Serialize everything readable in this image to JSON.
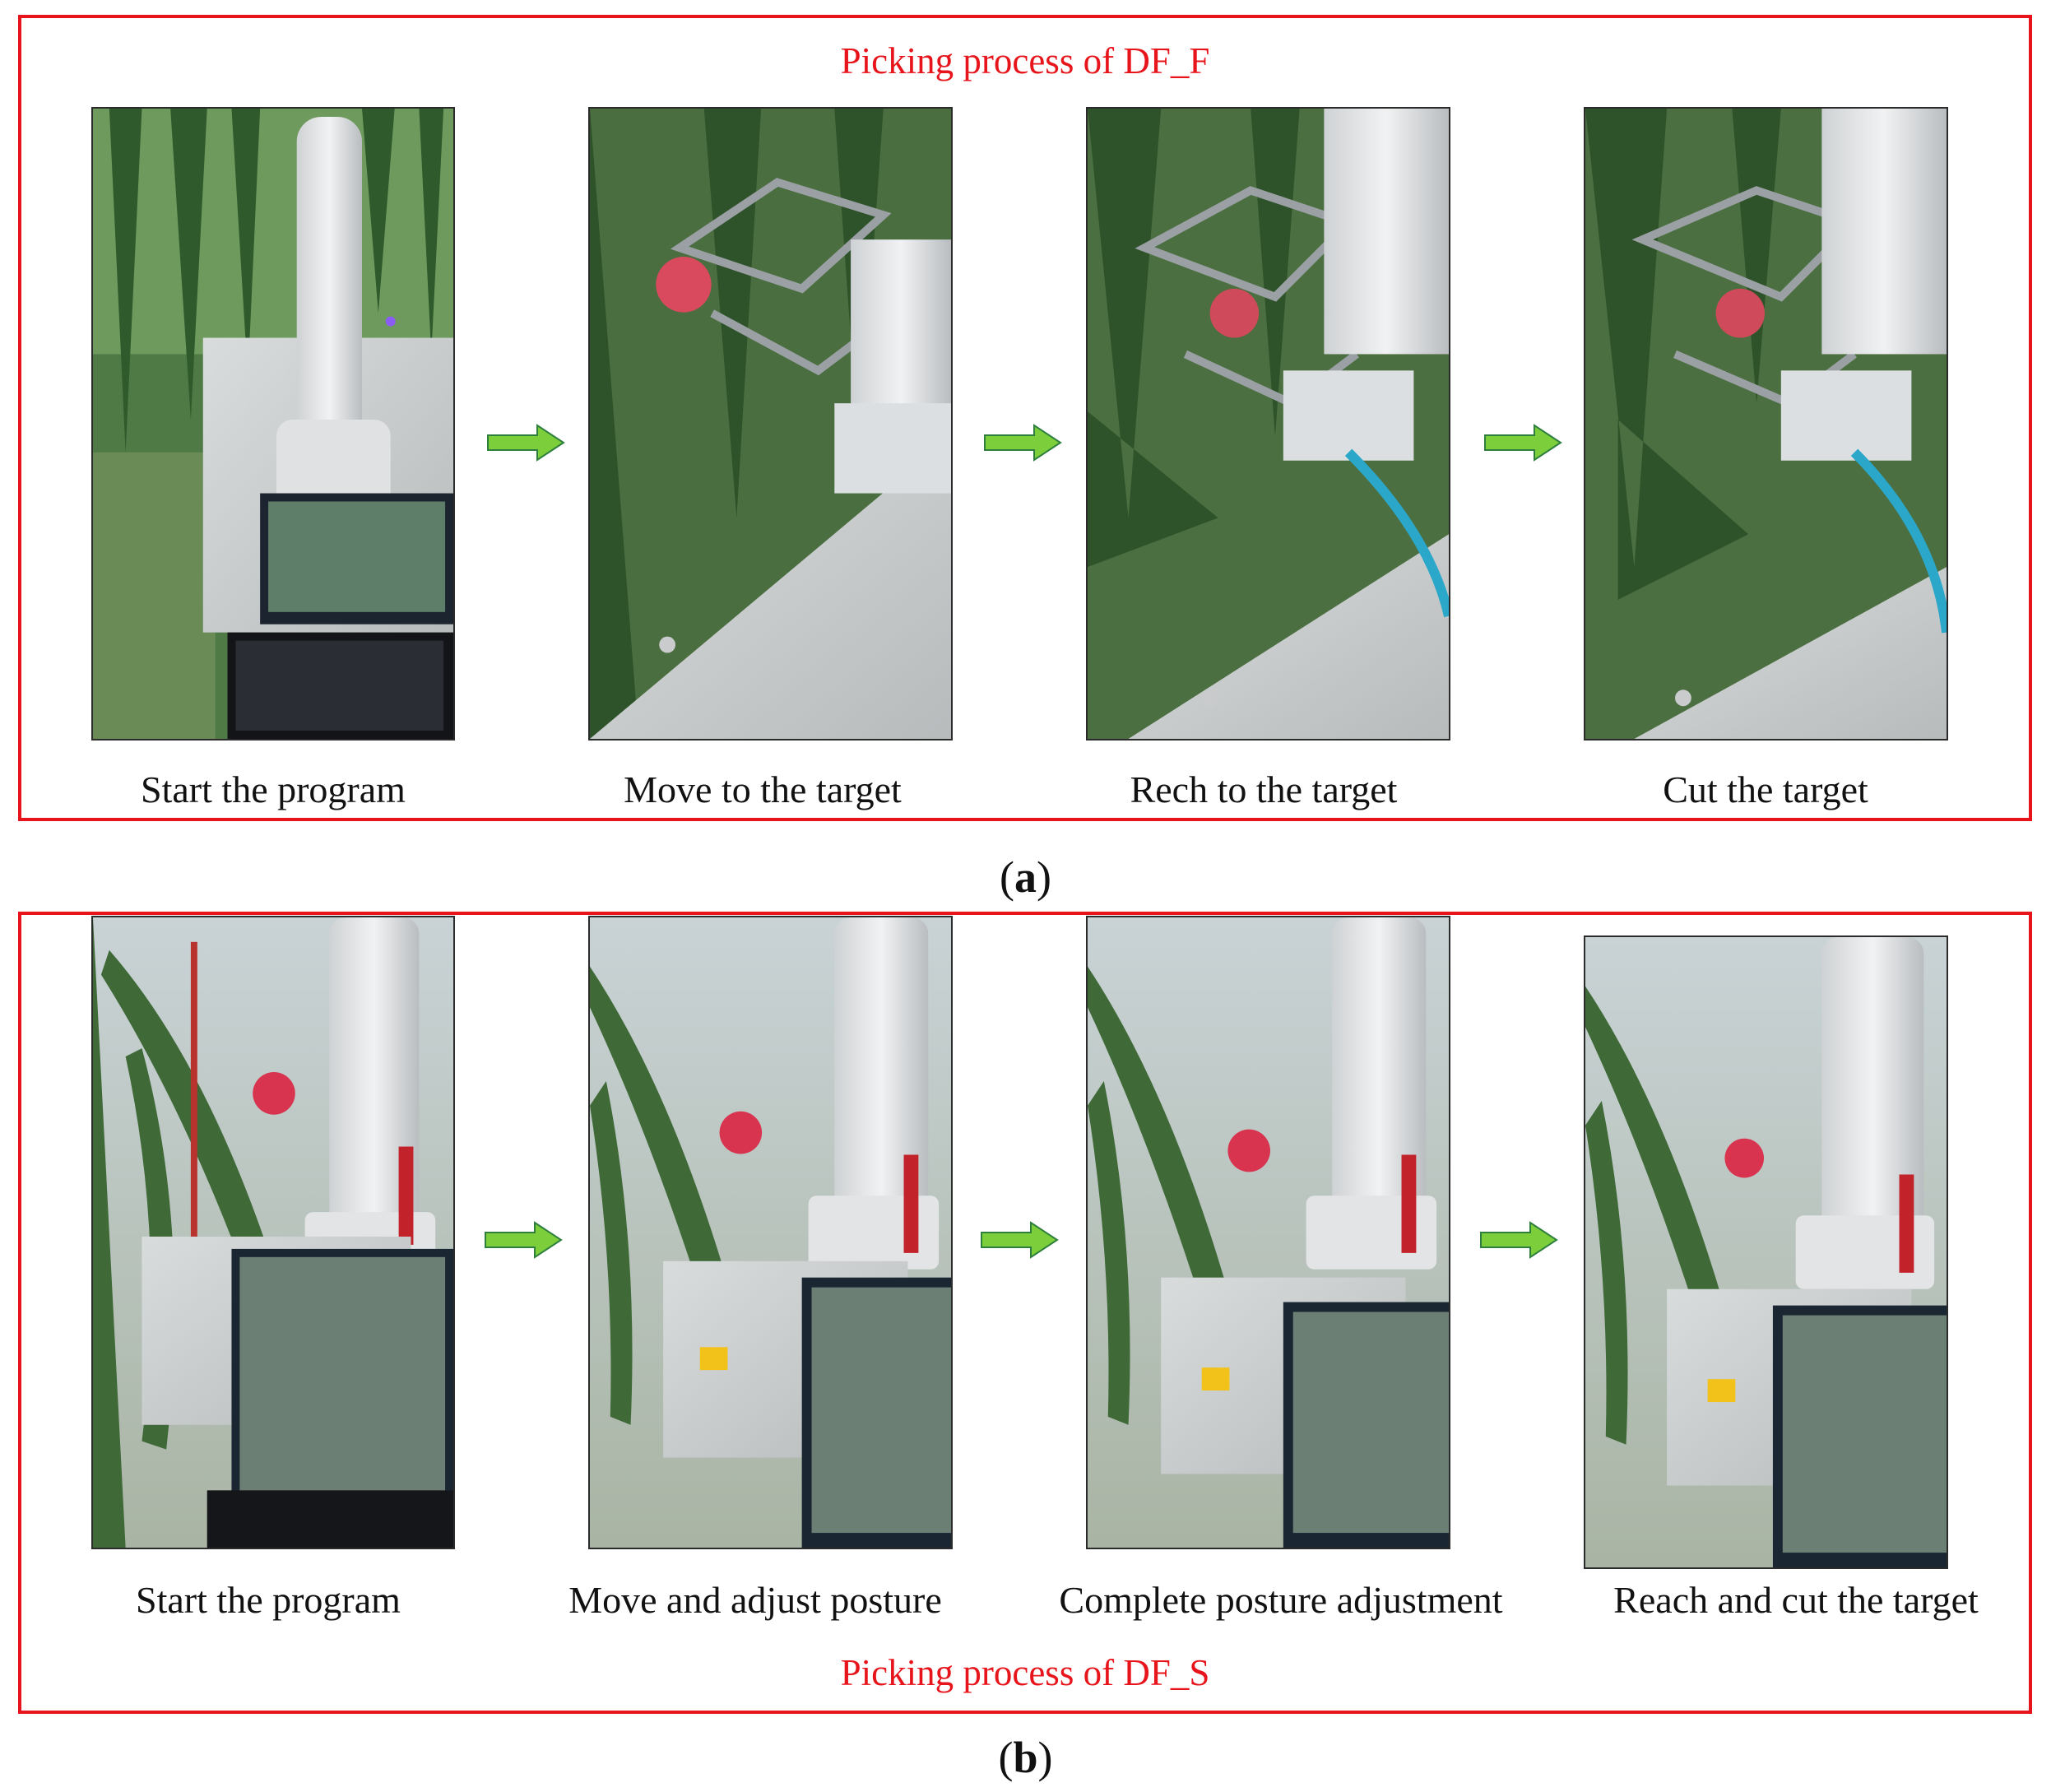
{
  "panel_a": {
    "title": "Picking process of  DF_F",
    "label_open": "(",
    "label_letter": "a",
    "label_close": ")",
    "steps": [
      {
        "caption": "Start the program"
      },
      {
        "caption": "Move to the target"
      },
      {
        "caption": "Rech to the target"
      },
      {
        "caption": "Cut the target"
      }
    ]
  },
  "panel_b": {
    "title": "Picking process of  DF_S",
    "label_open": "(",
    "label_letter": "b",
    "label_close": ")",
    "steps": [
      {
        "caption": "Start the program"
      },
      {
        "caption": "Move and adjust posture"
      },
      {
        "caption": "Complete posture adjustment"
      },
      {
        "caption": "Reach and cut the target"
      }
    ]
  },
  "colors": {
    "frame": "#e8141b",
    "arrow": "#7ccf3a",
    "arrow_outline": "#2e7f3e"
  },
  "icons": {
    "step_arrow": "arrow-right-icon"
  }
}
